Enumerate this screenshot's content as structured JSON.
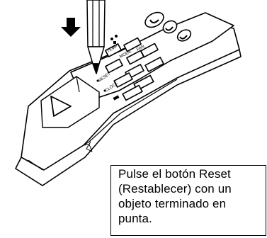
{
  "callout": {
    "lines": [
      "Pulse el botón Reset",
      "(Restablecer) con un",
      "objeto terminado en",
      "punta."
    ]
  },
  "remote": {
    "button_labels": {
      "temp": "TEMP",
      "mode": "MODE",
      "fan": "FAN",
      "reset": "RESET",
      "clock": "CLOCK"
    }
  },
  "icons": [
    "down-arrow-icon",
    "pencil-icon",
    "remote-control",
    "open-triangle-icon"
  ]
}
